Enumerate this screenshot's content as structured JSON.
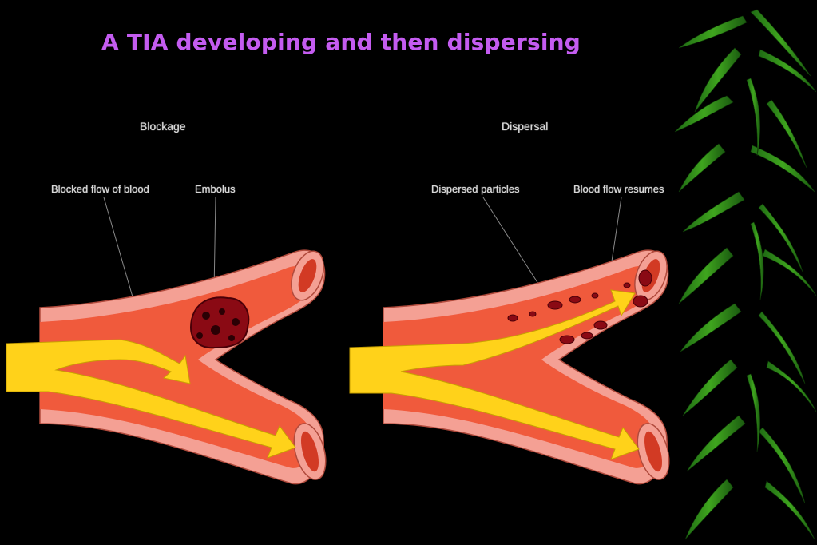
{
  "title": "A TIA developing and then dispersing",
  "panels": [
    {
      "heading": "Blockage",
      "labels": [
        "Blocked flow of blood",
        "Embolus"
      ]
    },
    {
      "heading": "Dispersal",
      "labels": [
        "Dispersed particles",
        "Blood flow resumes"
      ]
    }
  ],
  "colors": {
    "title": "#c45cf0",
    "vessel_wall": "#f4a094",
    "vessel_lumen": "#f05a3c",
    "flow_arrow": "#ffd21a",
    "clot": "#8a0a14"
  },
  "decoration": "bamboo-leaves"
}
